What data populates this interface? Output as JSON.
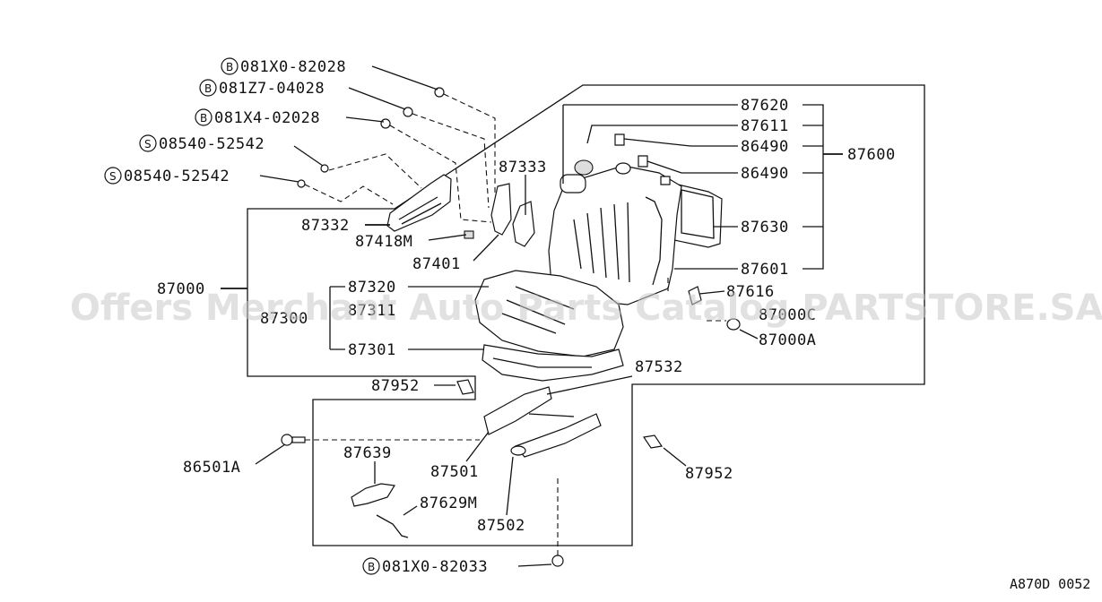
{
  "diagram": {
    "ref_code": "A870D 0052",
    "watermark": "Offers Merchant Auto Parts Catalog PARTSTORE.SA",
    "bolt_prefix": "B",
    "screw_prefix": "S",
    "fasteners": {
      "b1": "081X0-82028",
      "b2": "081Z7-04028",
      "b3": "081X4-02028",
      "s1": "08540-52542",
      "s2": "08540-52542",
      "b_bottom": "081X0-82033"
    },
    "parts": {
      "p87620": "87620",
      "p87611": "87611",
      "p86490a": "86490",
      "p86490b": "86490",
      "p87600": "87600",
      "p87630": "87630",
      "p87601": "87601",
      "p87333": "87333",
      "p87332": "87332",
      "p87418M": "87418M",
      "p87401": "87401",
      "p87000": "87000",
      "p87320": "87320",
      "p87300": "87300",
      "p87311": "87311",
      "p87301": "87301",
      "p87616": "87616",
      "p87000C": "87000C",
      "p87000A": "87000A",
      "p87532": "87532",
      "p87952a": "87952",
      "p87952b": "87952",
      "p86501A": "86501A",
      "p87639": "87639",
      "p87501": "87501",
      "p87629M": "87629M",
      "p87502": "87502"
    }
  }
}
